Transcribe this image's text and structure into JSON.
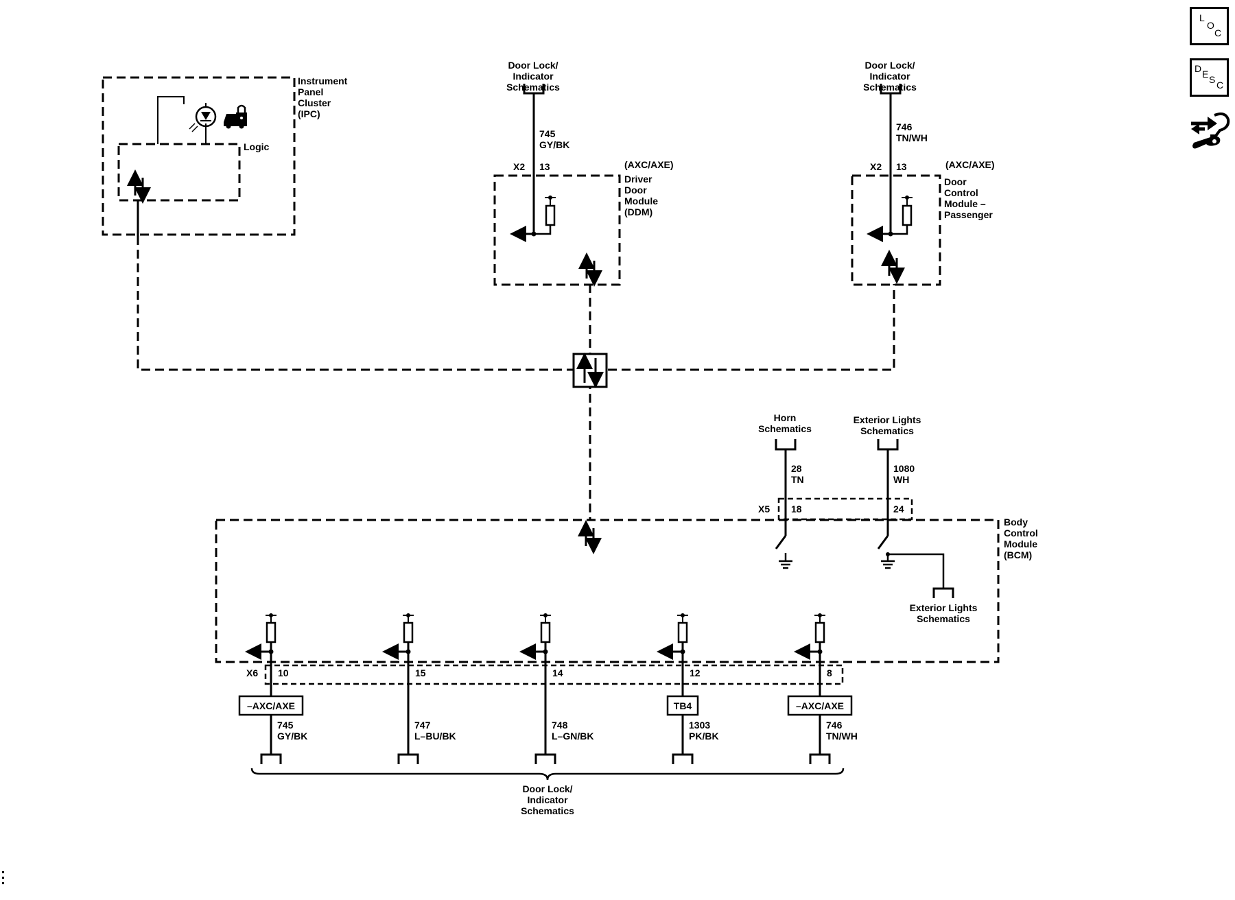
{
  "nav_icons": {
    "loc": [
      "L",
      "O",
      "C"
    ],
    "desc": [
      "D",
      "E",
      "S",
      "C"
    ]
  },
  "ipc": {
    "name": [
      "Instrument",
      "Panel",
      "Cluster",
      "(IPC)"
    ],
    "logic": "Logic"
  },
  "ddm": {
    "ref": [
      "Door Lock/",
      "Indicator",
      "Schematics"
    ],
    "circuit": "745",
    "wire": "GY/BK",
    "connector": "X2",
    "pin": "13",
    "option": "(AXC/AXE)",
    "name": [
      "Driver",
      "Door",
      "Module",
      "(DDM)"
    ]
  },
  "dcmp": {
    "ref": [
      "Door Lock/",
      "Indicator",
      "Schematics"
    ],
    "circuit": "746",
    "wire": "TN/WH",
    "connector": "X2",
    "pin": "13",
    "option": "(AXC/AXE)",
    "name": [
      "Door",
      "Control",
      "Module –",
      "Passenger"
    ]
  },
  "horn": {
    "ref": [
      "Horn",
      "Schematics"
    ],
    "circuit": "28",
    "wire": "TN",
    "pin": "18"
  },
  "ext_top": {
    "ref": [
      "Exterior Lights",
      "Schematics"
    ],
    "circuit": "1080",
    "wire": "WH",
    "pin": "24"
  },
  "ext_side": {
    "ref": [
      "Exterior Lights",
      "Schematics"
    ]
  },
  "x5": "X5",
  "bcm": {
    "name": [
      "Body",
      "Control",
      "Module",
      "(BCM)"
    ]
  },
  "x6": "X6",
  "bottom_pins": [
    {
      "pin": "10",
      "badge": "–AXC/AXE",
      "circuit": "745",
      "wire": "GY/BK"
    },
    {
      "pin": "15",
      "badge": "",
      "circuit": "747",
      "wire": "L–BU/BK"
    },
    {
      "pin": "14",
      "badge": "",
      "circuit": "748",
      "wire": "L–GN/BK"
    },
    {
      "pin": "12",
      "badge": "TB4",
      "circuit": "1303",
      "wire": "PK/BK"
    },
    {
      "pin": "8",
      "badge": "–AXC/AXE",
      "circuit": "746",
      "wire": "TN/WH"
    }
  ],
  "bottom_ref": [
    "Door Lock/",
    "Indicator",
    "Schematics"
  ]
}
